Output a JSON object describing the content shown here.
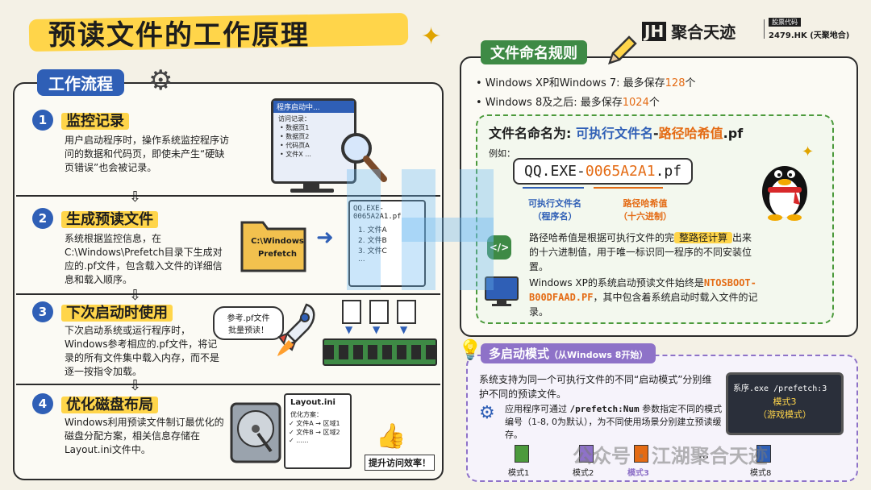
{
  "title": "预读文件的工作原理",
  "brand": {
    "logo_mark": "JH",
    "name": "聚合天迹",
    "stock_label": "股票代码",
    "stock_code": "2479.HK (天聚地合)"
  },
  "workflow": {
    "heading": "工作流程",
    "steps": [
      {
        "num": "1",
        "title": "监控记录",
        "body": "用户启动程序时，操作系统监控程序访问的数据和代码页，即使未产生“硬缺页错误”也会被记录。"
      },
      {
        "num": "2",
        "title": "生成预读文件",
        "body": "系统根据监控信息，在C:\\Windows\\Prefetch目录下生成对应的.pf文件，包含载入文件的详细信息和载入顺序。"
      },
      {
        "num": "3",
        "title": "下次启动时使用",
        "body": "下次启动系统或运行程序时，Windows参考相应的.pf文件，将记录的所有文件集中载入内存，而不是逐一按指令加载。"
      },
      {
        "num": "4",
        "title": "优化磁盘布局",
        "body": "Windows利用预读文件制订最优化的磁盘分配方案，相关信息存储在Layout.ini文件中。"
      }
    ],
    "monitor": {
      "title": "程序启动中...",
      "label": "访问记录：",
      "items": [
        "• 数据页1",
        "• 数据页2",
        "• 代码页A",
        "• 文件X ..."
      ]
    },
    "folder": {
      "line1": "C:\\Windows",
      "line2": "Prefetch"
    },
    "pf_file": {
      "name1": "QQ.EXE-",
      "name2": "0065A2A1.pf",
      "items": [
        "1. 文件A",
        "2. 文件B",
        "3. 文件C",
        "..."
      ]
    },
    "speech": "参考.pf文件\n批量预读！",
    "layout_ini": {
      "title": "Layout.ini",
      "label": "优化方案：",
      "items": [
        "✓ 文件A → 区域1",
        "✓ 文件B → 区域2",
        "✓ ......"
      ]
    },
    "thumbs_label": "提升访问效率！"
  },
  "naming": {
    "heading": "文件命名规则",
    "bullets": [
      {
        "prefix": "• Windows XP和Windows 7: 最多保存",
        "value": "128",
        "suffix": "个"
      },
      {
        "prefix": "• Windows 8及之后: 最多保存",
        "value": "1024",
        "suffix": "个"
      }
    ],
    "format_prefix": "文件名命名为: ",
    "format_exe": "可执行文件名",
    "format_dash": "-",
    "format_hash": "路径哈希值",
    "format_ext": ".pf",
    "example_label": "例如：",
    "example_exe": "QQ.EXE-",
    "example_hash": "0065A2A1",
    "example_ext": ".pf",
    "exe_caption1": "可执行文件名",
    "exe_caption2": "（程序名）",
    "hash_caption1": "路径哈希值",
    "hash_caption2": "（十六进制）",
    "hash_note_a": "路径哈希值是根据可执行文件的完",
    "hash_note_b": "整路径计算",
    "hash_note_c": "出来的十六进制值，用于唯一标识同一程序的不同安装位置。",
    "xp_note_a": "Windows XP的系统启动预读文件始终是",
    "xp_note_b": "NTOSBOOT-B00DFAAD.PF",
    "xp_note_c": "，其中包含着系统启动时载入文件的记录。"
  },
  "multi": {
    "heading": "多启动模式",
    "heading_sub": "（从Windows 8开始）",
    "body": "系统支持为同一个可执行文件的不同“启动模式”分别维护不同的预读文件。",
    "cmd_a": "应用程序可通过 ",
    "cmd_b": "/prefetch:Num",
    "cmd_c": " 参数指定不同的模式编号（1-8, 0为默认），为不同使用场景分别建立预读缓存。",
    "terminal": {
      "cmd": "系序.exe /prefetch:3",
      "line1": "模式3",
      "line2": "（游戏模式）"
    },
    "modes": [
      "模式1",
      "模式2",
      "模式3",
      "模式8"
    ],
    "dots": "..."
  },
  "watermark": "公众号 · 江湖聚合天迹"
}
